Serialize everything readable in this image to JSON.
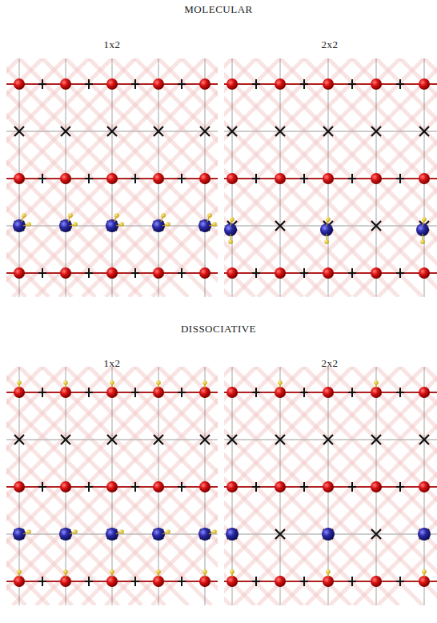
{
  "diagram": {
    "labels": [
      "MOLECULAR",
      "1x2",
      "2x2",
      "DISSOCIATIVE",
      "1x2",
      "2x2"
    ]
  }
}
